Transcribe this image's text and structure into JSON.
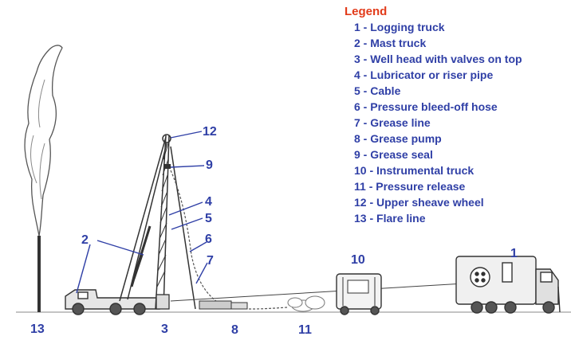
{
  "legend": {
    "title": "Legend",
    "items": [
      "1 - Logging truck",
      "2 - Mast truck",
      "3 - Well head with valves on top",
      "4 - Lubricator or riser pipe",
      "5 - Cable",
      "6 - Pressure bleed-off hose",
      "7 - Grease line",
      "8 - Grease pump",
      "9 - Grease seal",
      "10 - Instrumental truck",
      "11 - Pressure release",
      "12 - Upper sheave wheel",
      "13 - Flare line"
    ]
  },
  "callouts": {
    "n1": "1",
    "n2": "2",
    "n3": "3",
    "n4": "4",
    "n5": "5",
    "n6": "6",
    "n7": "7",
    "n8": "8",
    "n9": "9",
    "n10": "10",
    "n11": "11",
    "n12": "12",
    "n13": "13"
  },
  "colors": {
    "legend_title": "#e23b1a",
    "label": "#2f3fa6",
    "drawing": "#222222"
  }
}
